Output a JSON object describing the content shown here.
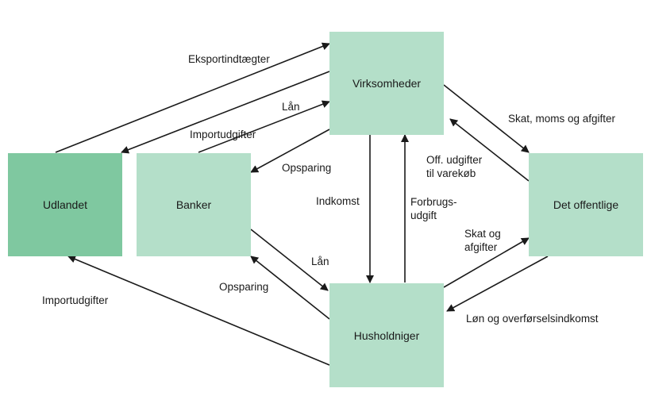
{
  "colors": {
    "box_light": "#b4dfc9",
    "box_dark": "#7fc8a0",
    "arrow": "#1a1a1a"
  },
  "nodes": {
    "virksomheder": "Virksomheder",
    "udlandet": "Udlandet",
    "banker": "Banker",
    "offentlige": "Det offentlige",
    "husholdninger": "Husholdniger"
  },
  "labels": {
    "eksportindtaegter": "Eksportindtægter",
    "laan_top": "Lån",
    "importudgifter_top": "Importudgifter",
    "opsparing_top": "Opsparing",
    "indkomst": "Indkomst",
    "forbrugsudgift_1": "Forbrugs-",
    "forbrugsudgift_2": "udgift",
    "off_udgifter_1": "Off. udgifter",
    "off_udgifter_2": "til varekøb",
    "skat_moms": "Skat, moms og afgifter",
    "skat_og_1": "Skat og",
    "skat_og_2": "afgifter",
    "laan_bottom": "Lån",
    "opsparing_bottom": "Opsparing",
    "importudgifter_bottom": "Importudgifter",
    "loen": "Løn og overførselsindkomst"
  }
}
